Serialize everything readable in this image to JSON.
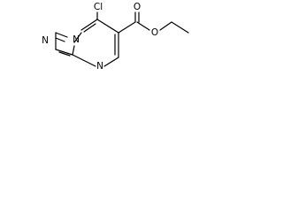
{
  "molecule": {
    "atoms": {
      "chlorine": "Cl",
      "carbonyl_oxygen": "O",
      "ester_oxygen": "O",
      "ring_n_fused": "N",
      "ring_n_imidazole": "N",
      "ring_n_pyrimidine": "N"
    },
    "colors": {
      "bond": "#000000",
      "label": "#000000",
      "background": "#ffffff"
    }
  }
}
